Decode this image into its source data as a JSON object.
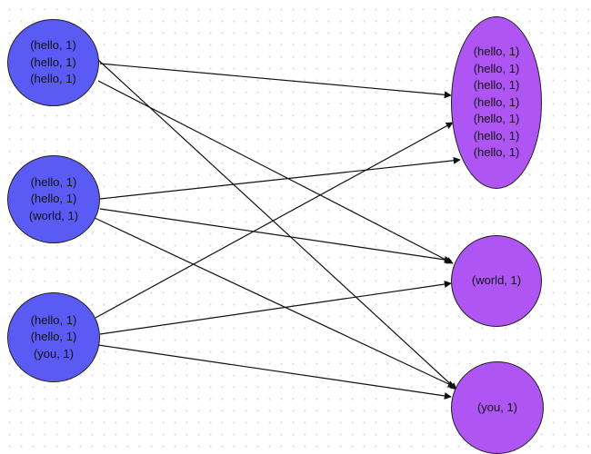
{
  "colors": {
    "source_fill": "#5a5bf5",
    "target_fill": "#ae55f3",
    "stroke": "#1f1f1f"
  },
  "sources": [
    {
      "lines": [
        "(hello, 1)",
        "(hello, 1)",
        "(hello, 1)"
      ]
    },
    {
      "lines": [
        "(hello, 1)",
        "(hello, 1)",
        "(world, 1)"
      ]
    },
    {
      "lines": [
        "(hello, 1)",
        "(hello, 1)",
        "(you, 1)"
      ]
    }
  ],
  "targets": [
    {
      "lines": [
        "(hello, 1)",
        "(hello, 1)",
        "(hello, 1)",
        "(hello, 1)",
        "(hello, 1)",
        "(hello, 1)",
        "(hello, 1)"
      ]
    },
    {
      "lines": [
        "(world, 1)"
      ]
    },
    {
      "lines": [
        "(you, 1)"
      ]
    }
  ],
  "edges": [
    {
      "from": 0,
      "to": 0
    },
    {
      "from": 0,
      "to": 1
    },
    {
      "from": 0,
      "to": 2
    },
    {
      "from": 1,
      "to": 0
    },
    {
      "from": 1,
      "to": 1
    },
    {
      "from": 1,
      "to": 2
    },
    {
      "from": 2,
      "to": 0
    },
    {
      "from": 2,
      "to": 1
    },
    {
      "from": 2,
      "to": 2
    }
  ]
}
